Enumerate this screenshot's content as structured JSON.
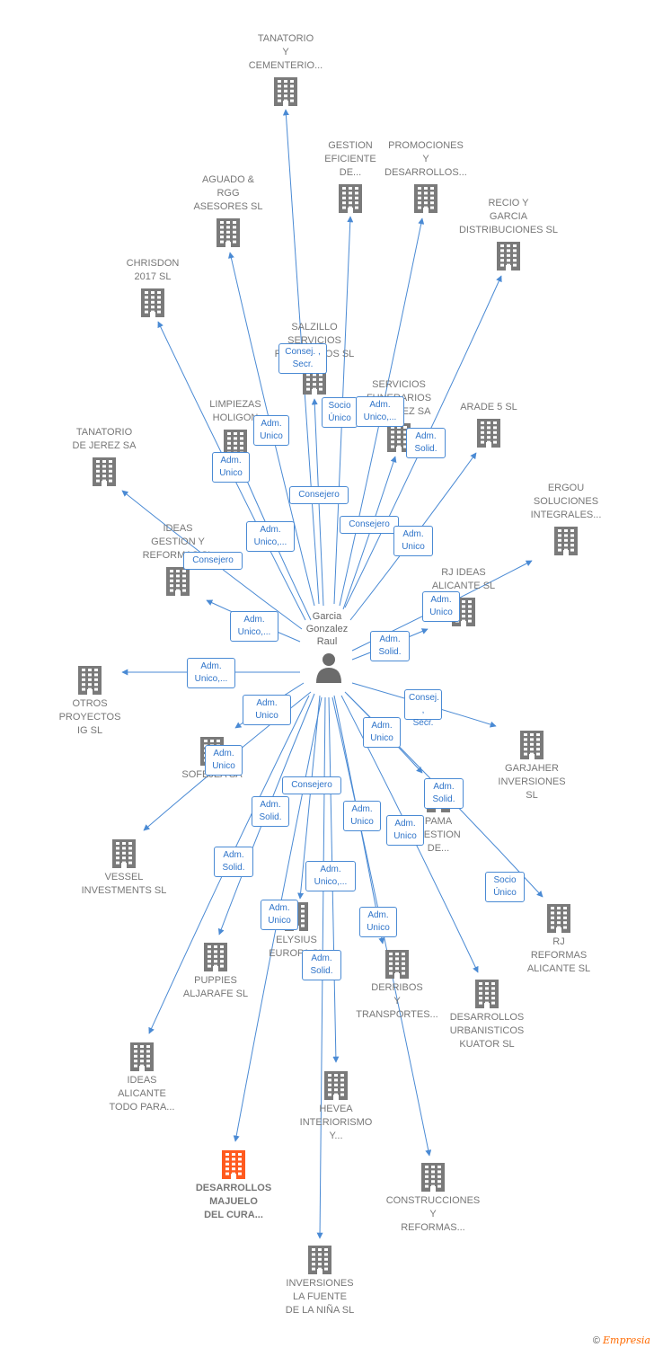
{
  "colors": {
    "edge": "#4a8ad4",
    "building": "#7a7a7a",
    "highlight": "#ff5a1f",
    "person": "#6b6b6b"
  },
  "center": {
    "label": "Garcia\nGonzalez\nRaul",
    "icon": "person-icon"
  },
  "nodes": [
    {
      "id": "tanatorio-cementerio",
      "label": "TANATORIO\nY\nCEMENTERIO..."
    },
    {
      "id": "gestion-eficiente",
      "label": "GESTION\nEFICIENTE\nDE..."
    },
    {
      "id": "promociones-desarrollos",
      "label": "PROMOCIONES\nY\nDESARROLLOS..."
    },
    {
      "id": "aguado-rgg",
      "label": "AGUADO &\nRGG\nASESORES  SL"
    },
    {
      "id": "recio-garcia",
      "label": "RECIO Y\nGARCIA\nDISTRIBUCIONES SL"
    },
    {
      "id": "chrisdon",
      "label": "CHRISDON\n2017  SL"
    },
    {
      "id": "salzillo",
      "label": "SALZILLO\nSERVICIOS\nFUNERARIOS SL"
    },
    {
      "id": "servicios-funerarios-jerez",
      "label": "SERVICIOS\nFUNERARIOS\nDE JEREZ SA"
    },
    {
      "id": "limpiezas-holigon",
      "label": "LIMPIEZAS\nHOLIGON"
    },
    {
      "id": "arade-5",
      "label": "ARADE 5 SL"
    },
    {
      "id": "tanatorio-jerez",
      "label": "TANATORIO\nDE JEREZ SA"
    },
    {
      "id": "ergou",
      "label": "ERGOU\nSOLUCIONES\nINTEGRALES..."
    },
    {
      "id": "ideas-gestion",
      "label": "IDEAS\nGESTION Y\nREFORMAS SL"
    },
    {
      "id": "rj-ideas",
      "label": "RJ IDEAS\nALICANTE SL"
    },
    {
      "id": "otros-proyectos",
      "label": "OTROS\nPROYECTOS\nIG  SL"
    },
    {
      "id": "sofejea",
      "label": "SOFEJEA SA"
    },
    {
      "id": "garjaher",
      "label": "GARJAHER\nINVERSIONES\nSL"
    },
    {
      "id": "pama-gestion",
      "label": "PAMA\nGESTION\nDE..."
    },
    {
      "id": "vessel",
      "label": "VESSEL\nINVESTMENTS SL"
    },
    {
      "id": "rj-reformas",
      "label": "RJ\nREFORMAS\nALICANTE SL"
    },
    {
      "id": "elysius",
      "label": "ELYSIUS\nEUROPA SL"
    },
    {
      "id": "puppies",
      "label": "PUPPIES\nALJARAFE  SL"
    },
    {
      "id": "derribos",
      "label": "DERRIBOS\nY\nTRANSPORTES..."
    },
    {
      "id": "desarrollos-kuator",
      "label": "DESARROLLOS\nURBANISTICOS\nKUATOR  SL"
    },
    {
      "id": "ideas-alicante",
      "label": "IDEAS\nALICANTE\nTODO PARA..."
    },
    {
      "id": "hevea",
      "label": "HEVEA\nINTERIORISMO\nY..."
    },
    {
      "id": "desarrollos-majuelo",
      "label": "DESARROLLOS\nMAJUELO\nDEL CURA...",
      "highlight": true
    },
    {
      "id": "construcciones",
      "label": "CONSTRUCCIONES\nY\nREFORMAS..."
    },
    {
      "id": "inversiones-fuente",
      "label": "INVERSIONES\nLA FUENTE\nDE LA NIÑA  SL"
    }
  ],
  "relations": [
    "Consej. ,\nSecr.",
    "Adm.\nUnico",
    "Socio\nÚnico",
    "Adm.\nUnico,...",
    "Adm.\nSolid.",
    "Adm.\nUnico",
    "Consejero",
    "Adm.\nUnico,...",
    "Consejero",
    "Adm.\nUnico",
    "Consejero",
    "Adm.\nUnico,...",
    "Adm.\nUnico",
    "Adm.\nSolid.",
    "Adm.\nUnico,...",
    "Adm.\nUnico",
    "Consej. ,\nSecr.",
    "Adm.\nUnico",
    "Adm.\nUnico",
    "Consejero",
    "Adm.\nSolid.",
    "Adm.\nUnico",
    "Adm.\nUnico",
    "Adm.\nSolid.",
    "Adm.\nSolid.",
    "Adm.\nUnico,...",
    "Socio\nÚnico",
    "Adm.\nUnico",
    "Adm.\nUnico",
    "Adm.\nSolid."
  ],
  "footer": {
    "copyright": "©",
    "brand": "Empresia"
  }
}
